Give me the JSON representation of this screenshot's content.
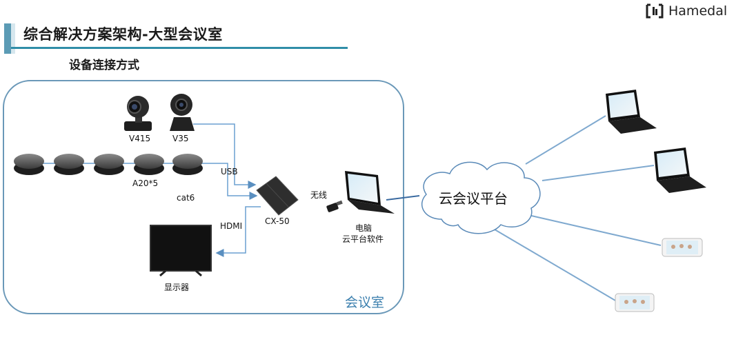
{
  "header": {
    "title": "综合解决方案架构-大型会议室",
    "subtitle": "设备连接方式",
    "logo_text": "Hamedal"
  },
  "devices": {
    "camera_v415": "V415",
    "camera_v35": "V35",
    "speakers": "A20*5",
    "speaker_cable": "cat6",
    "hub": "CX-50",
    "display": "显示器",
    "laptop_line1": "电脑",
    "laptop_line2": "云平台软件"
  },
  "connections": {
    "usb": "USB",
    "hdmi": "HDMI",
    "wireless": "无线"
  },
  "room_label": "会议室",
  "cloud_label": "云会议平台",
  "colors": {
    "accent": "#2f8da8",
    "room_border": "#6a98b8",
    "link_line": "#7fa9cf"
  }
}
